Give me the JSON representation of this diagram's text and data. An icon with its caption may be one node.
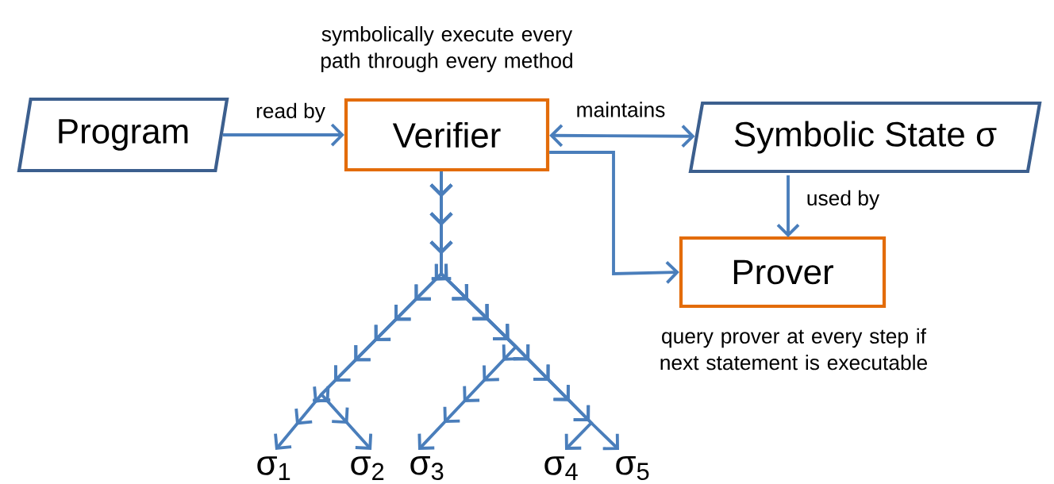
{
  "diagram": {
    "nodes": [
      {
        "text": [
          "Program"
        ]
      },
      {
        "text": [
          "Verifier"
        ],
        "beside": [
          "symbolically execute every path through every method"
        ]
      },
      {
        "text": [
          "Symbolic State σ"
        ]
      },
      {
        "text": [
          "Prover"
        ],
        "beside": [
          "query prover at every step if next statement is executable"
        ]
      },
      {
        "text": [
          "σ$_{1}$"
        ]
      },
      {
        "text": [
          "σ$_{2}$"
        ]
      },
      {
        "text": [
          "σ$_{3}$"
        ]
      },
      {
        "text": [
          "σ$_{4}$"
        ]
      },
      {
        "text": [
          "σ$_{5}$"
        ]
      }
    ],
    "edges": [
      {
        "from": 0,
        "to": 1,
        "arrow": "to",
        "label": "read by"
      },
      {
        "from": 1,
        "to": 2,
        "arrow": "both",
        "label": "maintains"
      },
      {
        "from": 2,
        "to": 3,
        "arrow": "to",
        "label": "used by"
      },
      {
        "from": 1,
        "to": 3,
        "arrow": "to"
      },
      {
        "from": 1,
        "to": 4,
        "arrow": "to"
      },
      {
        "from": 1,
        "to": 5,
        "arrow": "to"
      },
      {
        "from": 1,
        "to": 6,
        "arrow": "to"
      },
      {
        "from": 1,
        "to": 7,
        "arrow": "to"
      },
      {
        "from": 1,
        "to": 8,
        "arrow": "to"
      }
    ]
  }
}
